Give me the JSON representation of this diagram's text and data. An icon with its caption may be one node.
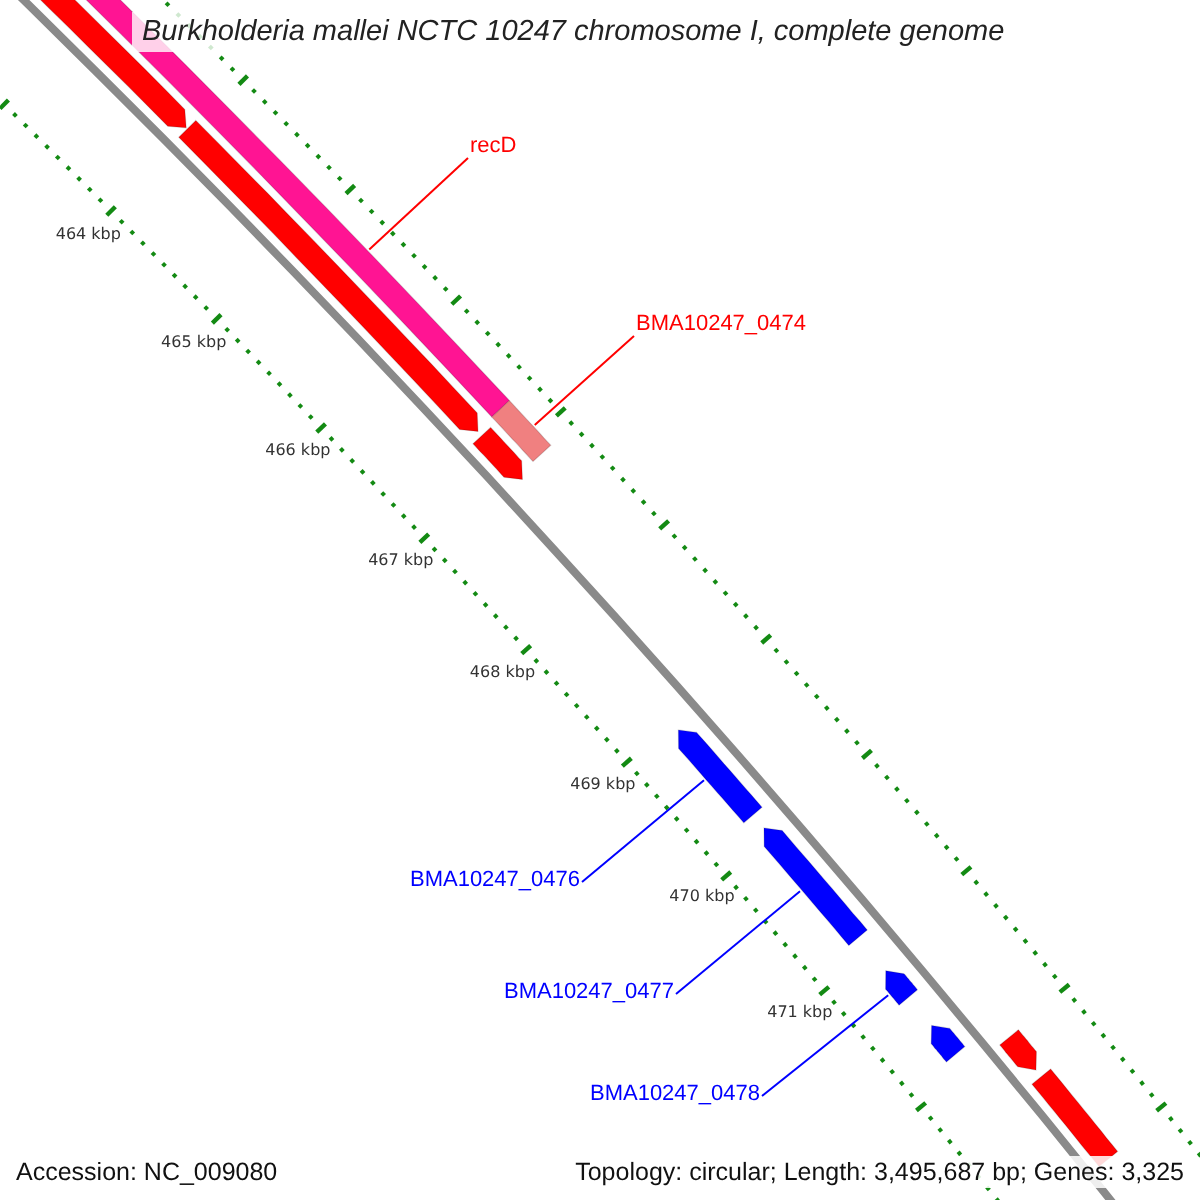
{
  "diagram": {
    "title": "Burkholderia mallei NCTC 10247 chromosome I, complete genome",
    "nodes": [
      {
        "text": [
          "recD"
        ]
      },
      {
        "text": [],
        "shape": "bar"
      },
      {
        "text": [],
        "shape": "bar"
      },
      {
        "text": [],
        "shape": "bar"
      },
      {
        "text": [
          "BMA10247_0474"
        ]
      },
      {
        "text": [],
        "shape": "bar"
      },
      {
        "text": [],
        "shape": "bar"
      },
      {
        "text": [
          "BMA10247_0476"
        ]
      },
      {
        "text": [],
        "shape": "bar"
      },
      {
        "text": [
          "BMA10247_0477"
        ]
      },
      {
        "text": [],
        "shape": "bar"
      },
      {
        "text": [
          "BMA10247_0478"
        ]
      },
      {
        "text": [],
        "shape": "bar"
      },
      {
        "text": [],
        "shape": "bar"
      },
      {
        "text": [],
        "shape": "bar"
      },
      {
        "text": [],
        "shape": "bar"
      }
    ],
    "edges": [
      {
        "from": 0,
        "to": 2,
        "arrow": "none",
        "color": "#ff0000"
      },
      {
        "from": 4,
        "to": 5,
        "arrow": "none",
        "color": "#ff0000"
      },
      {
        "from": 7,
        "to": 8,
        "arrow": "none"
      },
      {
        "from": 9,
        "to": 10,
        "arrow": "none"
      },
      {
        "from": 11,
        "to": 12,
        "arrow": "none"
      }
    ],
    "labels": [
      "464 kbp",
      "465 kbp",
      "466 kbp",
      "467 kbp",
      "468 kbp",
      "469 kbp",
      "470 kbp",
      "471 kbp",
      "Accession: NC_009080",
      "Topology: circular; Length: 3,495,687 bp; Genes: 3,325"
    ]
  }
}
